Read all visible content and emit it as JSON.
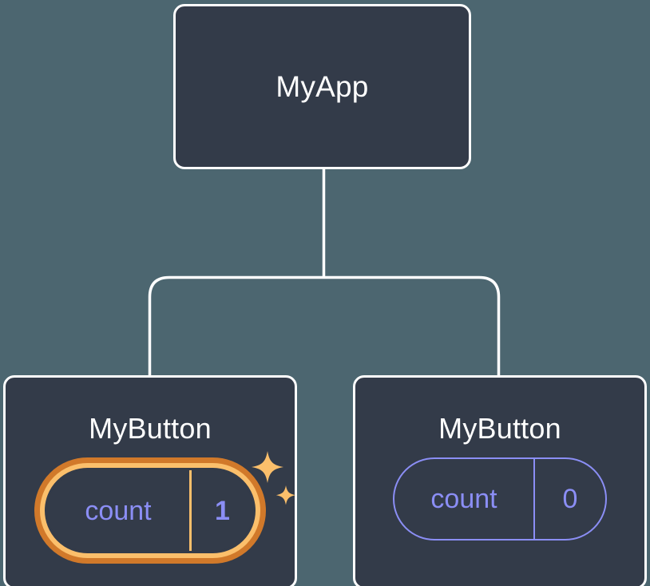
{
  "diagram": {
    "type": "component-tree",
    "background_color": "#4c6670",
    "node_fill_color": "#333b49",
    "node_border_color": "#ffffff",
    "connector_color": "#ffffff",
    "state_color": "#8b8ef5",
    "highlight_color_outer": "#d1792a",
    "highlight_color_inner": "#fbbf6b",
    "sparkle_color": "#fbbf6b"
  },
  "root": {
    "title": "MyApp"
  },
  "children": [
    {
      "title": "MyButton",
      "state": {
        "key": "count",
        "value": "1"
      },
      "highlighted": true,
      "sparkles": true
    },
    {
      "title": "MyButton",
      "state": {
        "key": "count",
        "value": "0"
      },
      "highlighted": false,
      "sparkles": false
    }
  ]
}
